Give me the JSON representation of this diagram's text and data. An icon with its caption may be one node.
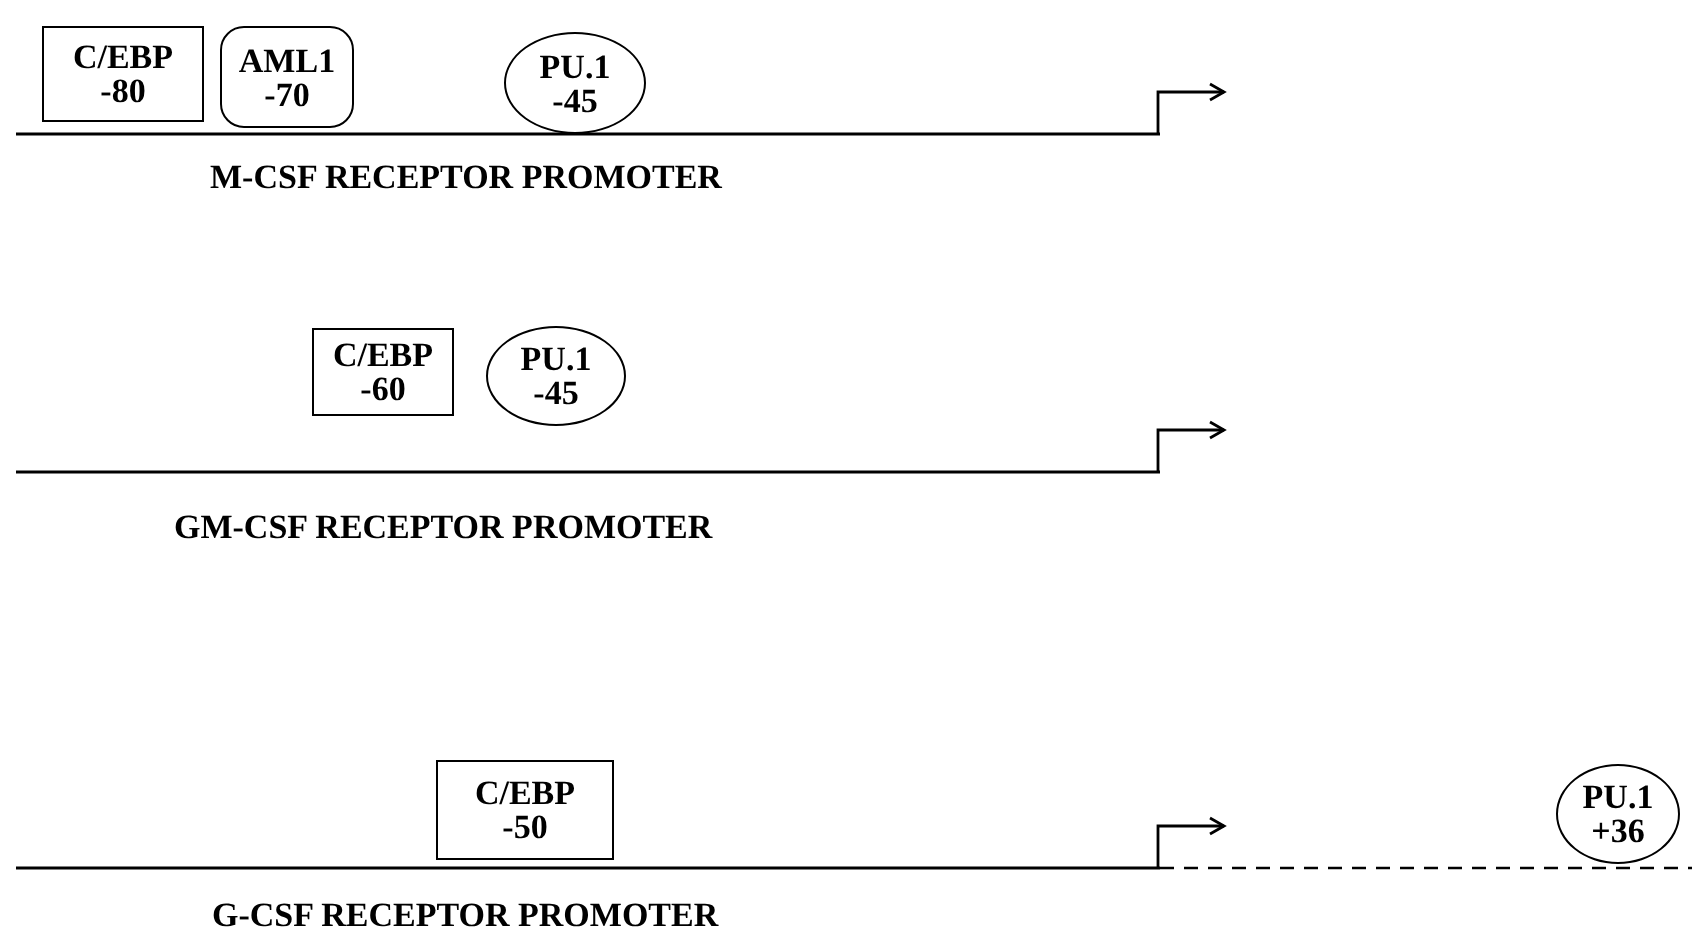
{
  "diagram": {
    "nodes": [
      {
        "text": [
          "C/EBP",
          "-80"
        ]
      },
      {
        "text": [
          "AML1",
          "-70"
        ]
      },
      {
        "text": [
          "PU.1",
          "-45"
        ]
      },
      {
        "text": [
          "C/EBP",
          "-60"
        ]
      },
      {
        "text": [
          "PU.1",
          "-45"
        ]
      },
      {
        "text": [
          "C/EBP",
          "-50"
        ]
      },
      {
        "text": [
          "PU.1",
          "+36"
        ]
      }
    ],
    "labels": [
      "M-CSF RECEPTOR PROMOTER",
      "GM-CSF RECEPTOR PROMOTER",
      "G-CSF RECEPTOR PROMOTER"
    ]
  }
}
